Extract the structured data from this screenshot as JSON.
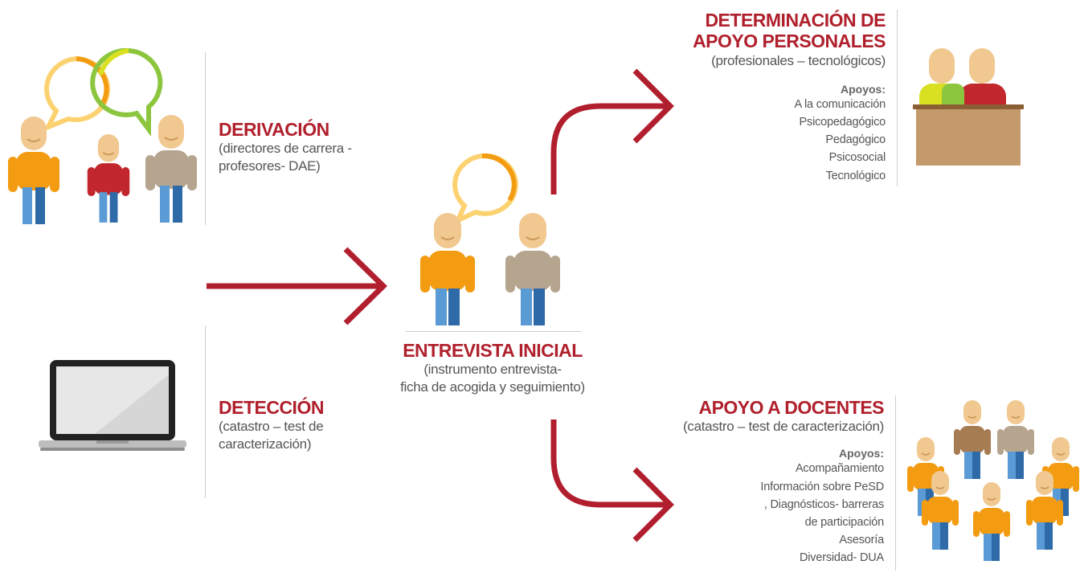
{
  "derivacion": {
    "title": "DERIVACIÓN",
    "desc_line1": "(directores de carrera -",
    "desc_line2": "profesores- DAE)"
  },
  "deteccion": {
    "title": "DETECCIÓN",
    "desc_line1": "(catastro – test de",
    "desc_line2": "caracterización)"
  },
  "entrevista": {
    "title": "ENTREVISTA INICIAL",
    "desc_line1": "(instrumento entrevista-",
    "desc_line2": "ficha de acogida y seguimiento)"
  },
  "determinacion": {
    "title_line1": "DETERMINACIÓN DE",
    "title_line2": "APOYO PERSONALES",
    "subtitle": "(profesionales – tecnológicos)",
    "apoyos_label": "Apoyos:",
    "apoyos": [
      "A la comunicación",
      "Psicopedagógico",
      "Pedagógico",
      "Psicosocial",
      "Tecnológico"
    ]
  },
  "docentes": {
    "title": "APOYO A DOCENTES",
    "subtitle": "(catastro – test de caracterización)",
    "apoyos_label": "Apoyos:",
    "apoyos": [
      "Acompañamiento",
      "Información sobre PeSD",
      ", Diagnósticos- barreras",
      "de participación",
      "Asesoría",
      "Diversidad- DUA"
    ]
  },
  "colors": {
    "accent": "#b0202c",
    "arrow": "#b11f2e",
    "orange": "#f39c12",
    "yellow_bubble": "#fcd271",
    "green_bubble": "#8cc63f",
    "skin": "#f1c88f",
    "jeans": "#2e6aa8",
    "desk": "#c49a6c"
  },
  "icons": [
    "people-talking-icon",
    "laptop-icon",
    "interview-people-icon",
    "meeting-desk-icon",
    "teachers-group-icon",
    "arrow-right-icon",
    "arrow-up-right-icon",
    "arrow-down-right-icon"
  ]
}
